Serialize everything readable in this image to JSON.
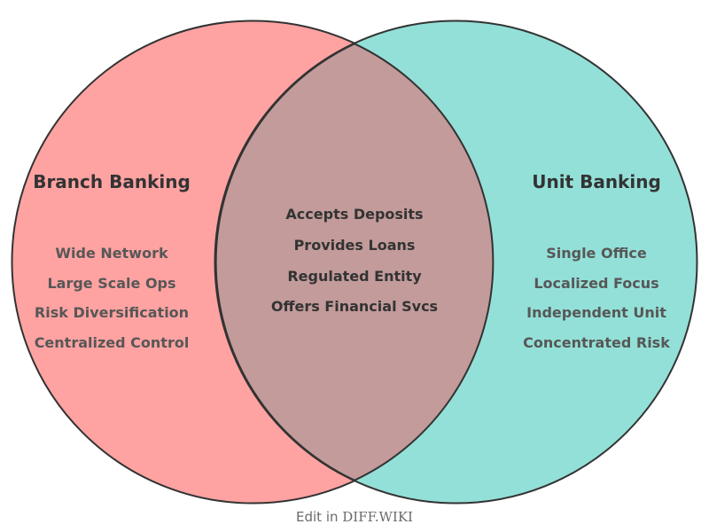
{
  "venn": {
    "left": {
      "title": "Branch Banking",
      "fill": "#FFA3A2",
      "items": [
        "Wide Network",
        "Large Scale Ops",
        "Risk Diversification",
        "Centralized Control"
      ]
    },
    "right": {
      "title": "Unit Banking",
      "fill": "#93E0D8",
      "items": [
        "Single Office",
        "Localized Focus",
        "Independent Unit",
        "Concentrated Risk"
      ]
    },
    "overlap": {
      "fill": "#C29B9A",
      "items": [
        "Accepts Deposits",
        "Provides Loans",
        "Regulated Entity",
        "Offers Financial Svcs"
      ]
    },
    "outline_color": "#333333"
  },
  "caption": {
    "prefix": "Edit in ",
    "brand": "DIFF.WIKI"
  }
}
